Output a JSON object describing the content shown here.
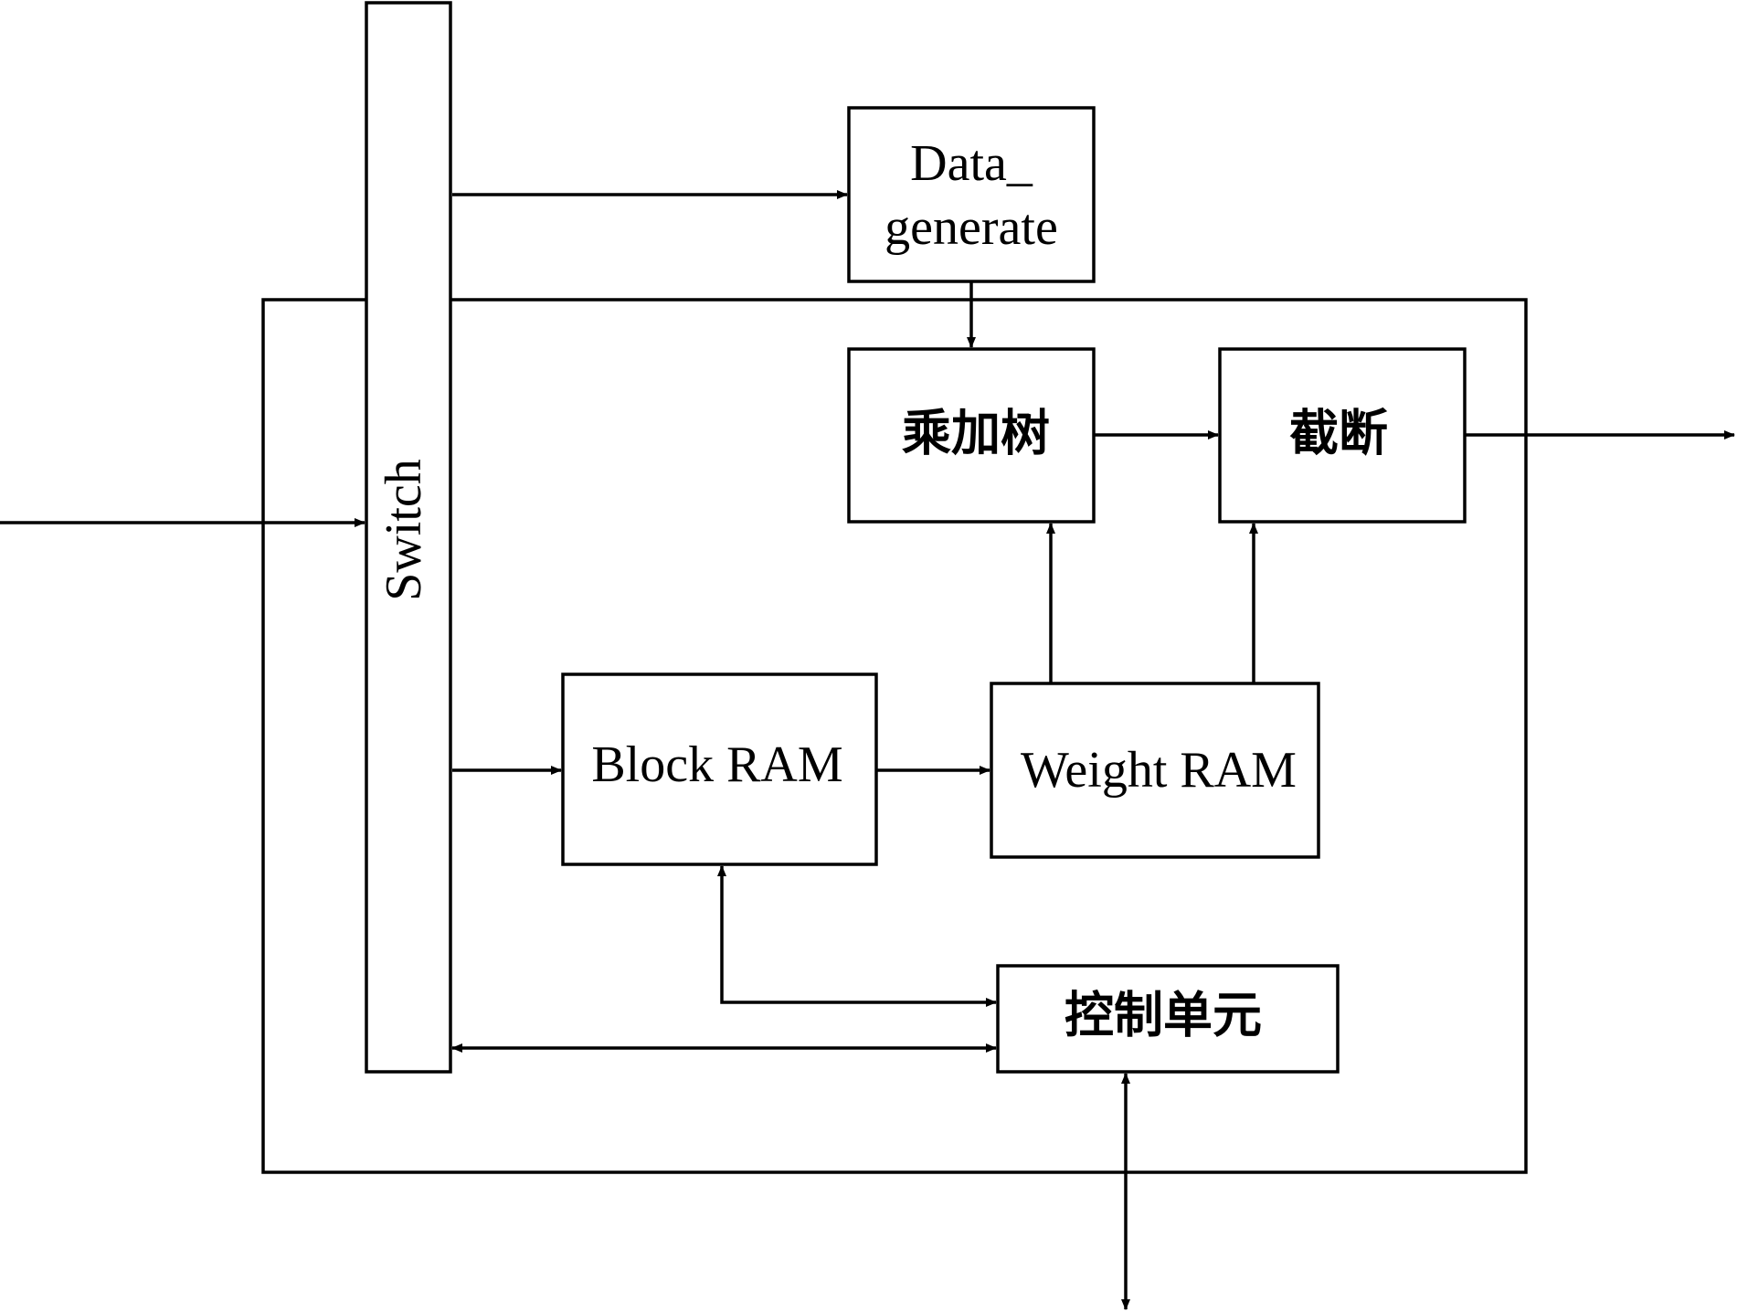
{
  "diagram": {
    "blocks": {
      "switch": "Switch",
      "data_generate_line1": "Data_",
      "data_generate_line2": "generate",
      "mac_tree": "乘加树",
      "truncation": "截断",
      "block_ram": "Block RAM",
      "weight_ram": "Weight RAM",
      "control_unit": "控制单元"
    }
  }
}
